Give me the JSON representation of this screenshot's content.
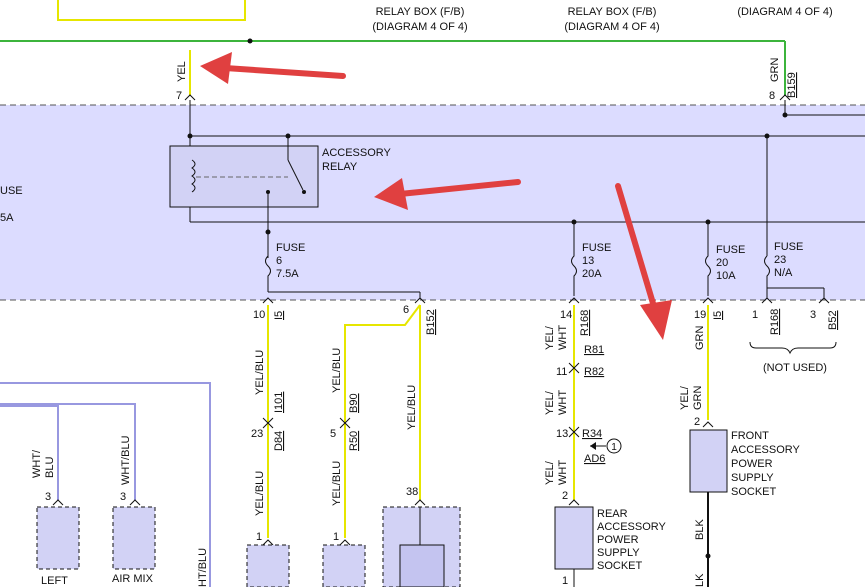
{
  "header": {
    "relay_box_1": "RELAY BOX (F/B)",
    "diagram_1": "(DIAGRAM 4 OF 4)",
    "relay_box_2": "RELAY BOX (F/B)",
    "diagram_2": "(DIAGRAM 4 OF 4)",
    "diagram_3": "(DIAGRAM 4 OF 4)"
  },
  "top_wires": {
    "yel_label": "YEL",
    "yel_pin": "7",
    "grn_label": "GRN",
    "grn_pin": "8",
    "grn_conn": "B159"
  },
  "left_edge": {
    "fuse_text": "USE",
    "fuse_amp": "5A"
  },
  "relay": {
    "line1": "ACCESSORY",
    "line2": "RELAY"
  },
  "fuses": [
    {
      "label": "FUSE",
      "num": "6",
      "amp": "7.5A"
    },
    {
      "label": "FUSE",
      "num": "13",
      "amp": "20A"
    },
    {
      "label": "FUSE",
      "num": "20",
      "amp": "10A"
    },
    {
      "label": "FUSE",
      "num": "23",
      "amp": "N/A"
    }
  ],
  "wires": {
    "w1": {
      "pin": "10",
      "conn": "I5",
      "color1": "YEL/BLU",
      "conn2": "I101",
      "pin2": "23",
      "conn3": "D84",
      "color2": "YEL/BLU",
      "pin3": "1"
    },
    "w2": {
      "pin": "6",
      "conn": "B152",
      "color1": "YEL/BLU",
      "conn2": "B90",
      "pin2": "5",
      "conn3": "R50",
      "color2": "YEL/BLU",
      "pin3": "1",
      "color3": "YEL/BLU",
      "pin4": "38"
    },
    "w3": {
      "pin": "14",
      "conn": "R168",
      "color1a": "YEL/",
      "color1b": "WHT",
      "conn2": "R81",
      "pin2": "11",
      "conn3": "R82",
      "color2a": "YEL/",
      "color2b": "WHT",
      "pin3": "13",
      "conn4": "R34",
      "conn5": "AD6",
      "ref": "1",
      "color3a": "YEL/",
      "color3b": "WHT",
      "pin4": "2",
      "pin5": "1"
    },
    "w4": {
      "pin": "19",
      "conn": "I5",
      "color1": "GRN",
      "color2a": "YEL/",
      "color2b": "GRN",
      "pin2": "2",
      "color3": "BLK",
      "color4": "LK"
    },
    "w5": {
      "pin1": "1",
      "conn1": "R168",
      "pin2": "3",
      "conn2": "B52",
      "not_used": "(NOT USED)"
    }
  },
  "components": {
    "rear_socket": [
      "REAR",
      "ACCESSORY",
      "POWER",
      "SUPPLY",
      "SOCKET"
    ],
    "front_socket": [
      "FRONT",
      "ACCESSORY",
      "POWER",
      "SUPPLY",
      "SOCKET"
    ],
    "left_label": "LEFT",
    "airmix_label": "AIR MIX"
  },
  "left_wires": {
    "wht_blu_1a": "WHT/",
    "wht_blu_1b": "BLU",
    "pin_a": "3",
    "wht_blu_2": "WHT/BLU",
    "pin_b": "3",
    "edge_label": "HT/BLU"
  },
  "colors": {
    "panel": "#dcdcff",
    "yellow": "#e6e600",
    "green": "#3cb43c",
    "arrow": "#e04040",
    "box": "#d2d2f5"
  }
}
